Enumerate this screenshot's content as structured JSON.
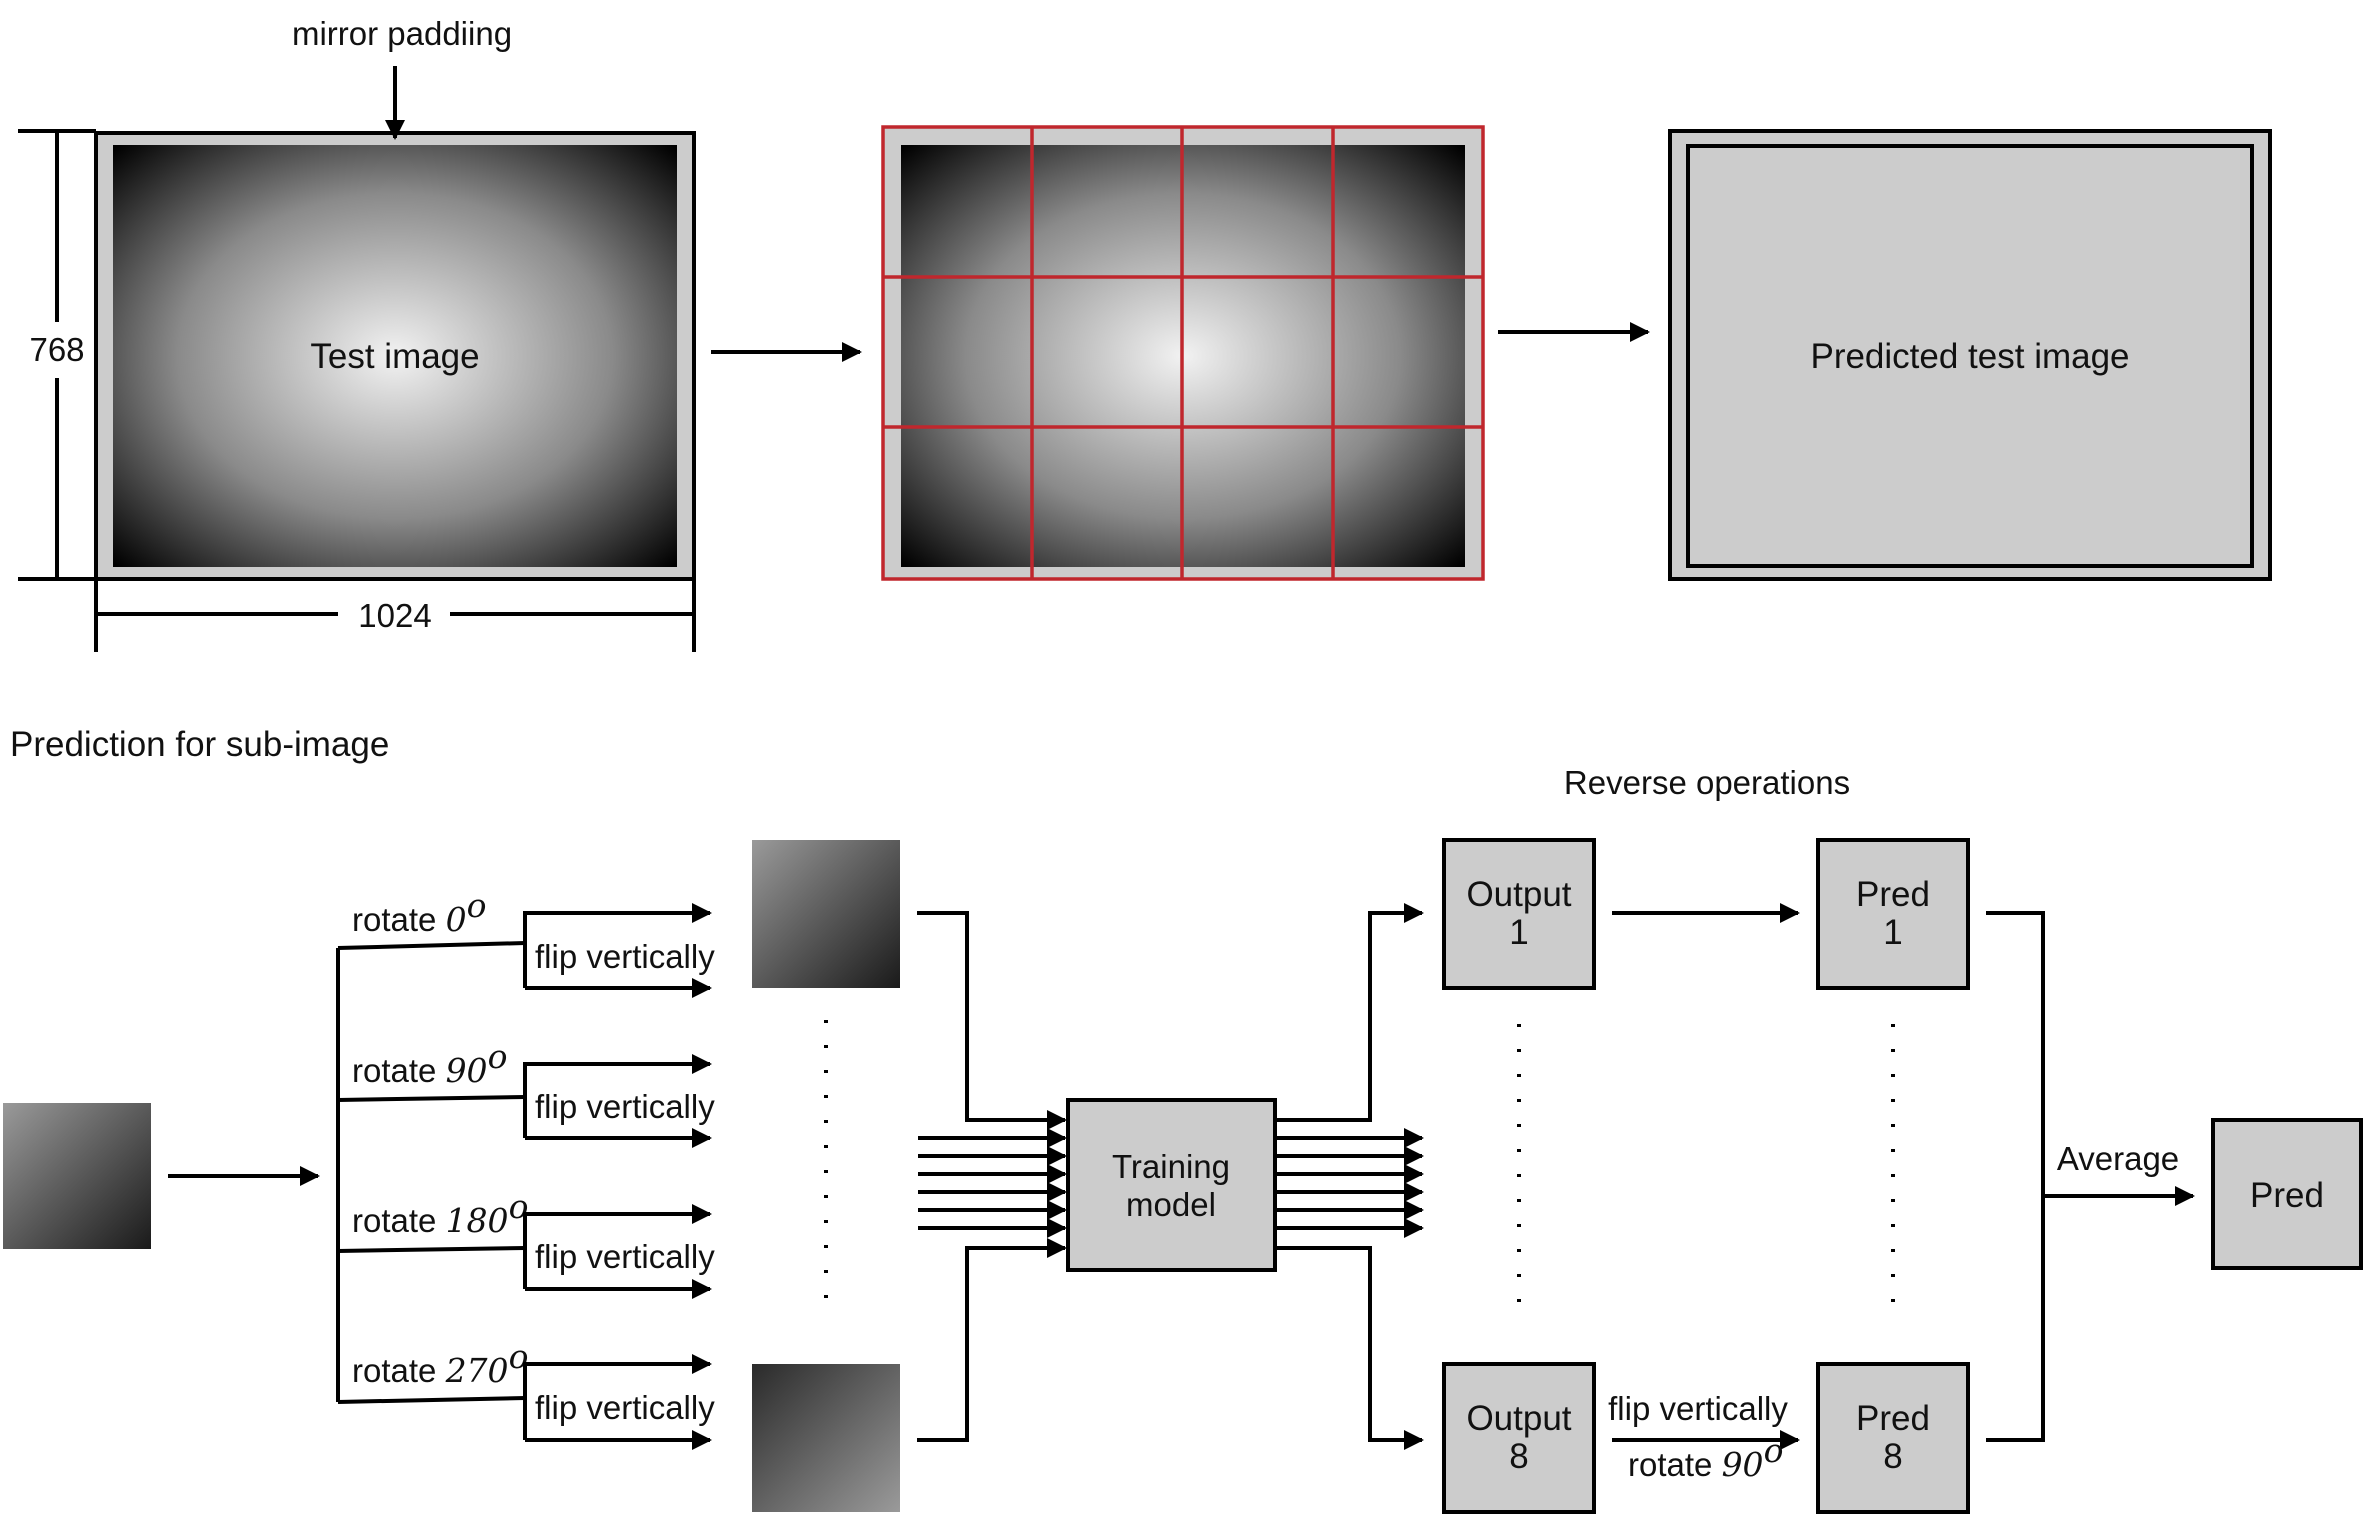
{
  "top": {
    "mirror_label": "mirror paddiing",
    "test_image_label": "Test image",
    "height_label": "768",
    "width_label": "1024",
    "predicted_label": "Predicted test image"
  },
  "bottom": {
    "section_title": "Prediction for sub-image",
    "reverse_title": "Reverse operations",
    "rotate_word": "rotate",
    "angles": [
      "0",
      "90",
      "180",
      "270"
    ],
    "degree_symbol": "o",
    "flip_label": "flip vertically",
    "dots": ":",
    "model_label_line1": "Training",
    "model_label_line2": "model",
    "output1_line1": "Output",
    "output1_line2": "1",
    "output8_line1": "Output",
    "output8_line2": "8",
    "pred1_line1": "Pred",
    "pred1_line2": "1",
    "pred8_line1": "Pred",
    "pred8_line2": "8",
    "reverse_flip_label": "flip vertically",
    "reverse_rotate_word": "rotate",
    "reverse_rotate_angle": "90",
    "average_label": "Average",
    "final_pred_label": "Pred"
  },
  "colors": {
    "box_fill": "#cccccc",
    "grid_red": "#c0272d",
    "stroke": "#000000"
  }
}
